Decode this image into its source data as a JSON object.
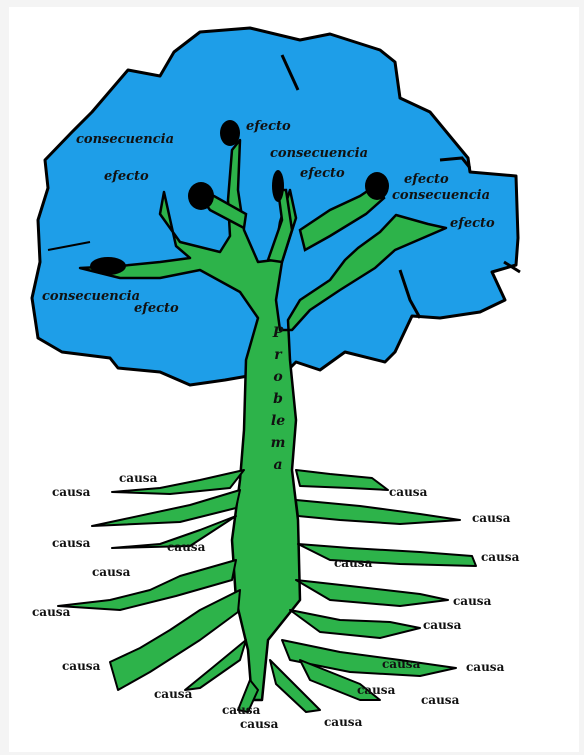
{
  "diagram": {
    "trunk_label": "Problema",
    "trunk_letters": [
      "P",
      "r",
      "o",
      "b",
      "le",
      "m",
      "a"
    ],
    "effects": {
      "consecuencia_1": "consecuencia",
      "efecto_1": "efecto",
      "efecto_2": "efecto",
      "consecuencia_2": "consecuencia",
      "efecto_3": "efecto",
      "efecto_4": "efecto",
      "consecuencia_3": "consecuencia",
      "efecto_5": "efecto",
      "consecuencia_4": "consecuencia",
      "efecto_6": "efecto"
    },
    "causes": [
      "causa",
      "causa",
      "causa",
      "causa",
      "causa",
      "causa",
      "causa",
      "causa",
      "causa",
      "causa",
      "causa",
      "causa",
      "causa",
      "causa",
      "causa",
      "causa",
      "causa",
      "causa",
      "causa",
      "causa",
      "causa"
    ]
  },
  "colors": {
    "canopy": "#1e9ee8",
    "trunk": "#2db34a",
    "outline": "#000000",
    "background": "#ffffff"
  }
}
